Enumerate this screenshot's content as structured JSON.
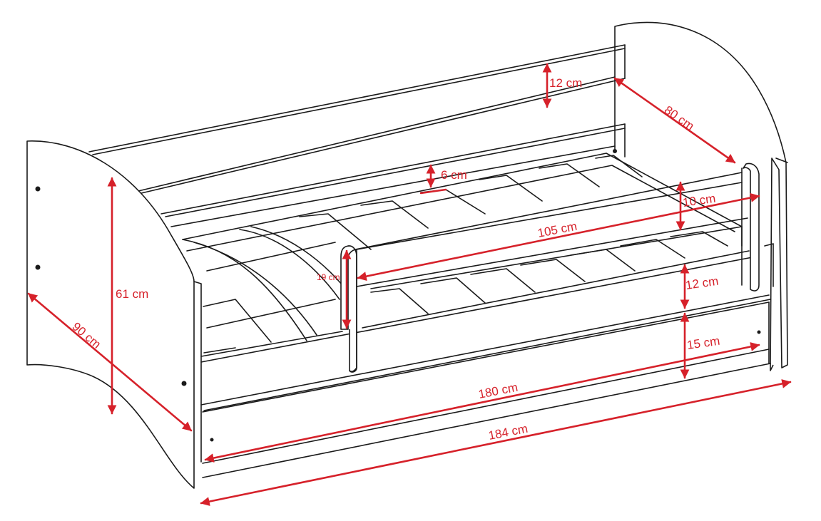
{
  "drawing": {
    "accent_color": "#d6212a",
    "line_color": "#1a1a1a",
    "dimensions": [
      {
        "id": "top-rail-height",
        "label": "12 cm"
      },
      {
        "id": "bed-width",
        "label": "80 cm"
      },
      {
        "id": "slat-width",
        "label": "6 cm"
      },
      {
        "id": "barrier-rail-height",
        "label": "10 cm"
      },
      {
        "id": "barrier-length",
        "label": "105 cm"
      },
      {
        "id": "barrier-height",
        "label": "19 cm"
      },
      {
        "id": "frame-rail-height",
        "label": "12 cm"
      },
      {
        "id": "drawer-height",
        "label": "15 cm"
      },
      {
        "id": "total-height",
        "label": "61 cm"
      },
      {
        "id": "total-depth",
        "label": "90 cm"
      },
      {
        "id": "mattress-length",
        "label": "180 cm"
      },
      {
        "id": "total-length",
        "label": "184 cm"
      }
    ]
  }
}
